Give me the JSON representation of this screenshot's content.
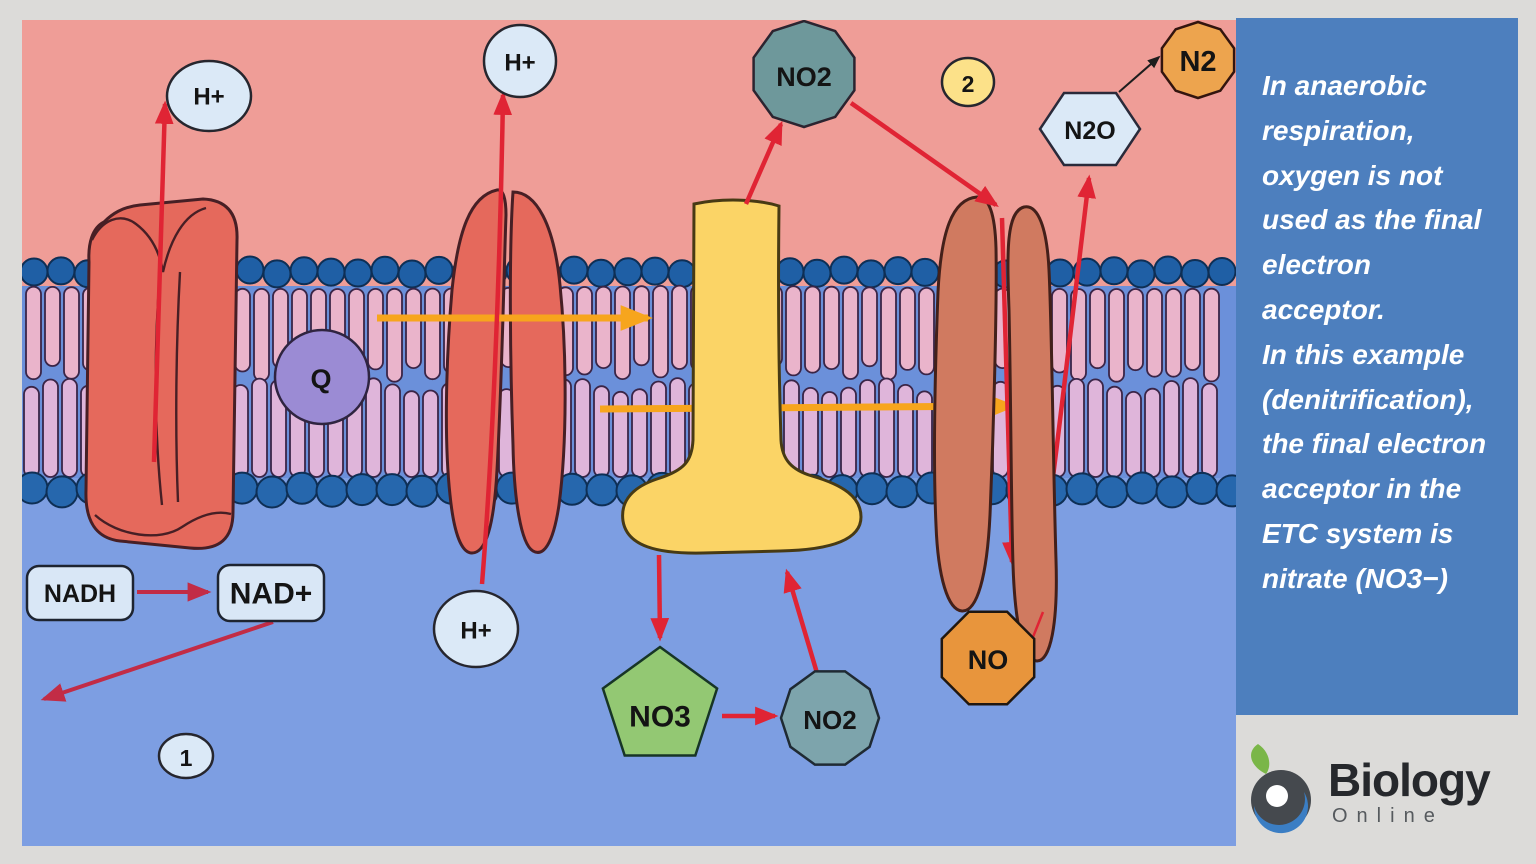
{
  "diagram": {
    "description": "Electron transport chain in anaerobic respiration (denitrification) across a cell membrane",
    "labels": {
      "h_plus_left": "H+",
      "h_plus_middle_top": "H+",
      "h_plus_middle_bottom": "H+",
      "quinone": "Q",
      "nadh": "NADH",
      "nad_plus": "NAD+",
      "step_1": "1",
      "step_2": "2",
      "no2_periplasm": "NO2",
      "no2_cytoplasm": "NO2",
      "no3": "NO3",
      "no": "NO",
      "n2o": "N2O",
      "n2": "N2"
    },
    "colors": {
      "periplasm_background": "#ef9d97",
      "cytoplasm_background": "#7d9ee2",
      "membrane_band": "#6b90da",
      "membrane_head_blue": "#1f5fa5",
      "lipid_tail_pink": "#eab4cb",
      "protein_salmon": "#e5695c",
      "protein_brown": "#d07a60",
      "protein_yellow": "#fbd466",
      "quinone_purple": "#9b8bd4",
      "arrow_red": "#e02434",
      "arrow_orange": "#f7a51d",
      "frame_gray": "#dcdbd9"
    }
  },
  "sidebar": {
    "background": "#4d7fbe",
    "text_color": "#ffffff",
    "paragraph_1": "In anaerobic respiration, oxygen is not used as the final electron acceptor.",
    "paragraph_2": "In this example (denitrification), the final electron acceptor in the ETC system is nitrate (NO3−)"
  },
  "logo": {
    "brand": "Biology",
    "subtitle": "Online"
  }
}
